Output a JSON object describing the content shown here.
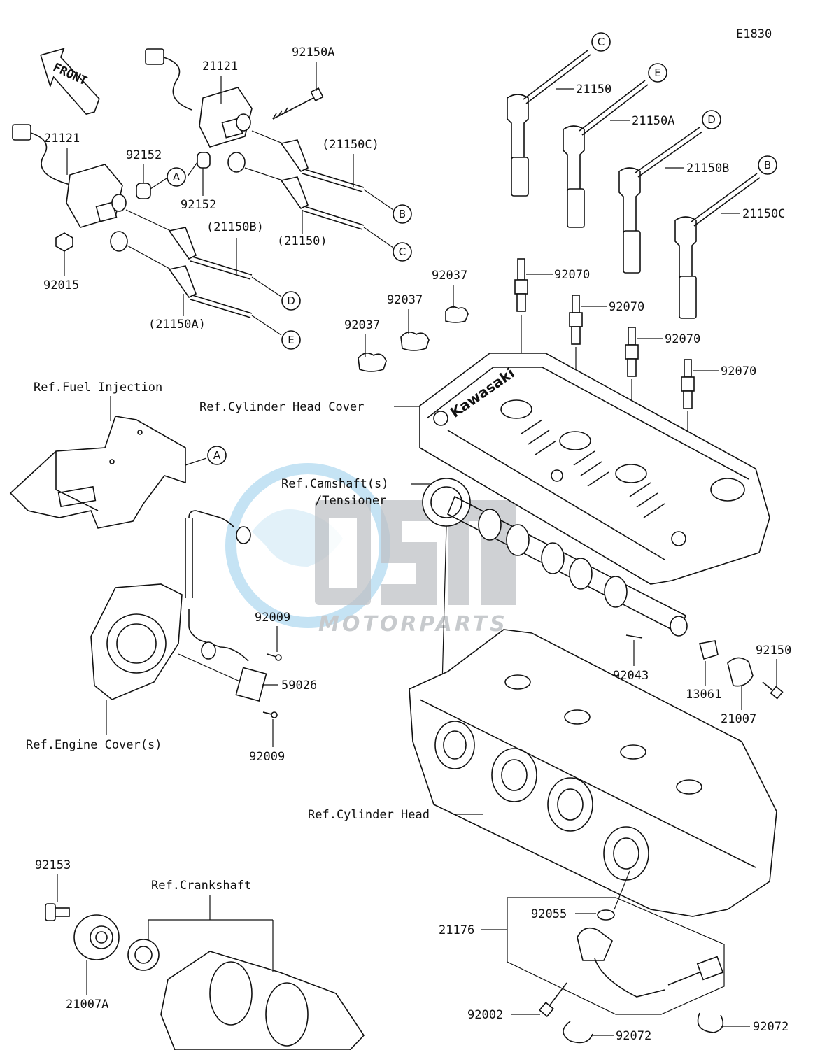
{
  "diagram_code": "E1830",
  "front_label": "FRONT",
  "brand_label": "Kawasaki",
  "watermark": {
    "main": "OSM",
    "sub": "MOTORPARTS",
    "color_main": "#8a8f96",
    "color_globe": "#2b9ad6"
  },
  "parts": {
    "p21121_top": "21121",
    "p92150A": "92150A",
    "p21121_left": "21121",
    "p92152_a": "92152",
    "p92152_b": "92152",
    "p92015": "92015",
    "p21150C_paren": "(21150C)",
    "p21150_paren": "(21150)",
    "p21150B_paren": "(21150B)",
    "p21150A_paren": "(21150A)",
    "p21150": "21150",
    "p21150A": "21150A",
    "p21150B": "21150B",
    "p21150C": "21150C",
    "p92037_a": "92037",
    "p92037_b": "92037",
    "p92037_c": "92037",
    "p92070_a": "92070",
    "p92070_b": "92070",
    "p92070_c": "92070",
    "p92070_d": "92070",
    "p92009_a": "92009",
    "p59026": "59026",
    "p92009_b": "92009",
    "p92043": "92043",
    "p13061": "13061",
    "p21007": "21007",
    "p92150": "92150",
    "p92153": "92153",
    "p21007A": "21007A",
    "p92055": "92055",
    "p21176": "21176",
    "p92002": "92002",
    "p92072_a": "92072",
    "p92072_b": "92072"
  },
  "refs": {
    "fuel_injection": "Ref.Fuel Injection",
    "cylinder_head_cover": "Ref.Cylinder Head Cover",
    "camshaft": "Ref.Camshaft(s)",
    "tensioner": "/Tensioner",
    "engine_cover": "Ref.Engine Cover(s)",
    "cylinder_head": "Ref.Cylinder Head",
    "crankshaft": "Ref.Crankshaft"
  },
  "callouts": {
    "A1": "A",
    "A2": "A",
    "B1": "B",
    "B2": "B",
    "C1": "C",
    "C2": "C",
    "D1": "D",
    "D2": "D",
    "E1": "E",
    "E2": "E"
  }
}
